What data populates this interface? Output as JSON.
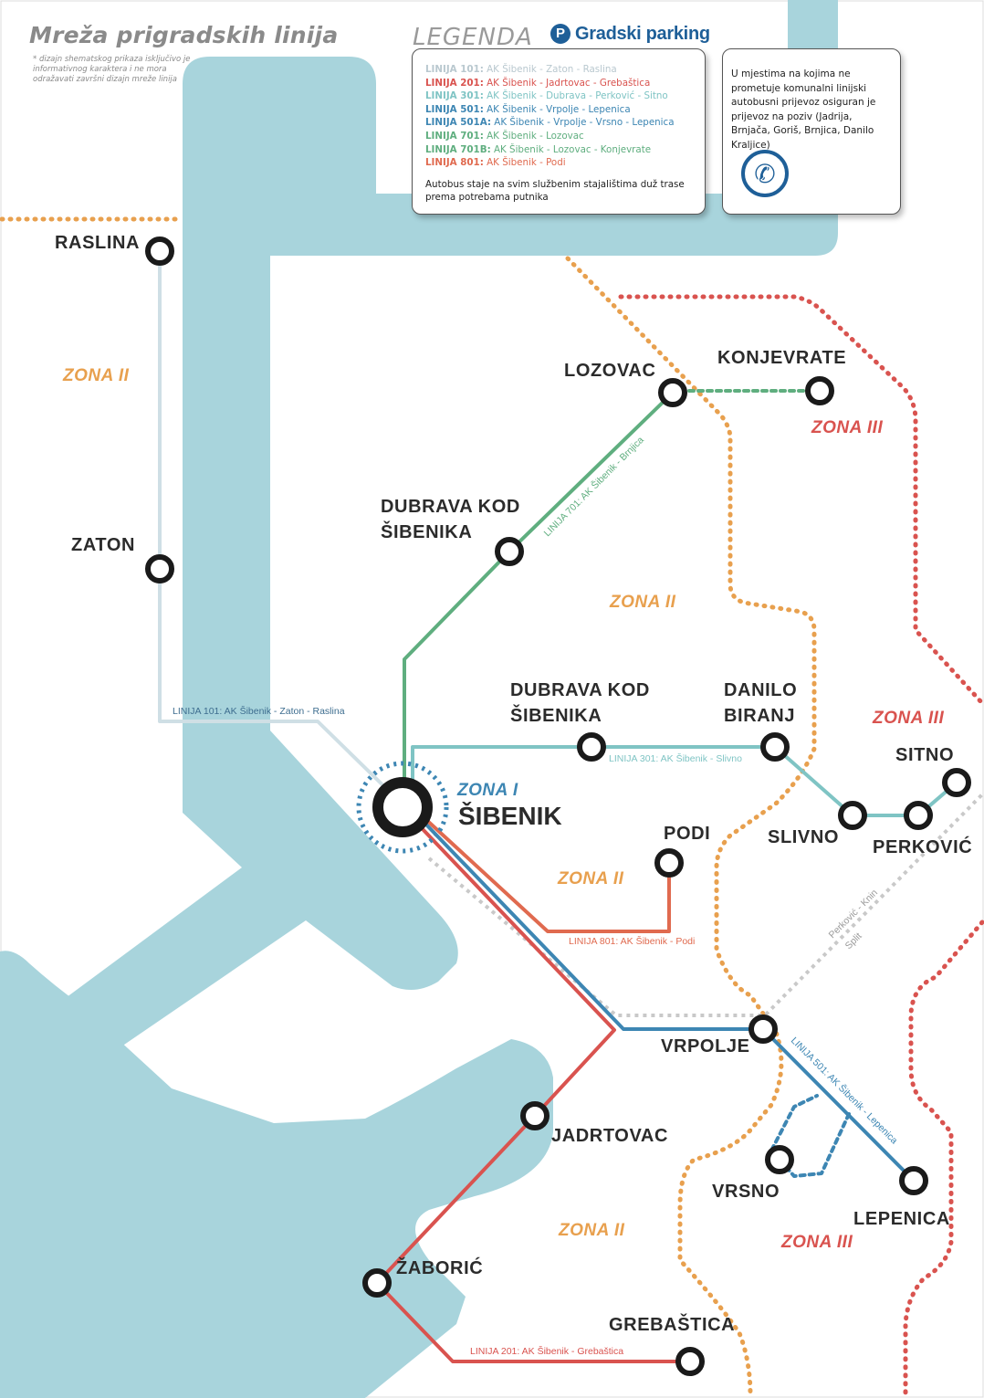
{
  "header": {
    "title": "Mreža prigradskih linija",
    "note": "* dizajn shematskog prikaza isključivo je informativnog karaktera i ne mora odražavati završni dizajn mreže linija",
    "legend_title": "LEGENDA",
    "brand": "Gradski parking",
    "brand_mark": "P"
  },
  "legend": {
    "lines": [
      {
        "code": "LINIJA 101:",
        "route": "AK Šibenik - Zaton - Raslina",
        "color": "#b9c8cf"
      },
      {
        "code": "LINIJA 201:",
        "route": "AK Šibenik - Jadrtovac - Grebaštica",
        "color": "#d9534f"
      },
      {
        "code": "LINIJA 301:",
        "route": "AK Šibenik - Dubrava - Perković - Sitno",
        "color": "#7fc4c4"
      },
      {
        "code": "LINIJA 501:",
        "route": "AK Šibenik - Vrpolje - Lepenica",
        "color": "#3d86b3"
      },
      {
        "code": "LINIJA 501A:",
        "route": "AK Šibenik - Vrpolje - Vrsno - Lepenica",
        "color": "#3d86b3"
      },
      {
        "code": "LINIJA 701:",
        "route": "AK Šibenik - Lozovac",
        "color": "#5fae7f"
      },
      {
        "code": "LINIJA 701B:",
        "route": "AK Šibenik - Lozovac - Konjevrate",
        "color": "#5fae7f"
      },
      {
        "code": "LINIJA 801:",
        "route": "AK Šibenik - Podi",
        "color": "#e06a4f"
      }
    ],
    "note": "Autobus staje na svim službenim stajalištima duž trase prema potrebama putnika"
  },
  "info_box": {
    "text": "U mjestima na kojima ne prometuje komunalni linijski autobusni prijevoz osiguran je prijevoz na poziv (Jadrija, Brnjača, Goriš, Brnjica, Danilo Kraljice)",
    "icon": "phone-icon"
  },
  "colors": {
    "sea": "#a8d4dc",
    "zone2": "#e8a04e",
    "zone3": "#d9534f",
    "stop_ring": "#1a1a1a",
    "zone1": "#3d86b3"
  },
  "stations": {
    "raslina": "RASLINA",
    "zaton": "ZATON",
    "lozovac": "LOZOVAC",
    "konjevrate": "KONJEVRATE",
    "dubrava_kod_sibenika_1": "DUBRAVA KOD\nŠIBENIKA",
    "dubrava_kod_sibenika_2": "DUBRAVA KOD\nŠIBENIKA",
    "danilo_biranj": "DANILO\nBIRANJ",
    "sitno": "SITNO",
    "slivno": "SLIVNO",
    "perkovic": "PERKOVIĆ",
    "podi": "PODI",
    "sibenik": "ŠIBENIK",
    "vrpolje": "VRPOLJE",
    "jadrtovac": "JADRTOVAC",
    "vrsno": "VRSNO",
    "lepenica": "LEPENICA",
    "zaboric": "ŽABORIĆ",
    "grebastica": "GREBAŠTICA"
  },
  "zones": {
    "zona_i": "ZONA I",
    "zona_ii_west": "ZONA II",
    "zona_ii_center": "ZONA II",
    "zona_ii_podi": "ZONA II",
    "zona_ii_south": "ZONA II",
    "zona_iii_north": "ZONA III",
    "zona_iii_east": "ZONA III",
    "zona_iii_south": "ZONA III"
  },
  "line_labels": {
    "l101": {
      "code": "LINIJA 101:",
      "route": "AK Šibenik - Zaton - Raslina"
    },
    "l301": {
      "code": "LINIJA 301:",
      "route": "AK Šibenik - Slivno"
    },
    "l801": {
      "code": "LINIJA 801:",
      "route": "AK Šibenik - Podi"
    },
    "l201": {
      "code": "LINIJA 201:",
      "route": "AK Šibenik - Grebaštica"
    },
    "l701": {
      "code": "LINIJA 701:",
      "route": "AK Šibenik - Brnjica"
    },
    "l501": {
      "code": "LINIJA 501:",
      "route": "AK Šibenik - Lepenica"
    },
    "rail_1": "Perković - Knin",
    "rail_2": "Split"
  }
}
